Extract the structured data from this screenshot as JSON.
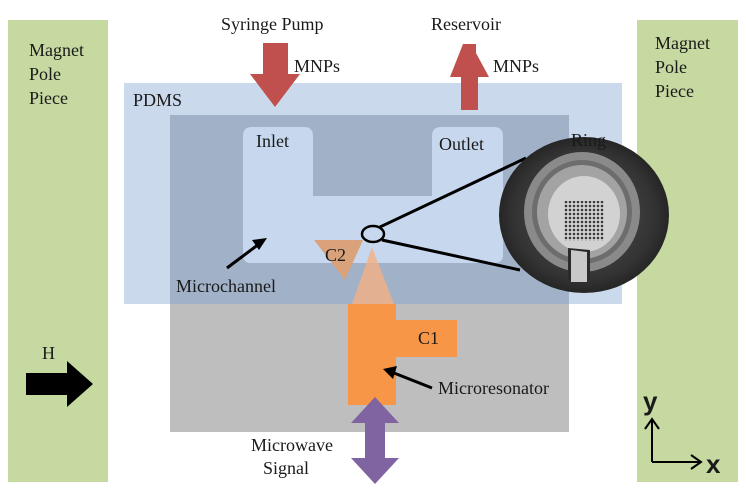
{
  "labels": {
    "magnet_left": [
      "Magnet",
      "Pole",
      "Piece"
    ],
    "magnet_right": [
      "Magnet",
      "Pole",
      "Piece"
    ],
    "syringe_pump": "Syringe Pump",
    "reservoir": "Reservoir",
    "mnps_in": "MNPs",
    "mnps_out": "MNPs",
    "pdms": "PDMS",
    "inlet": "Inlet",
    "outlet": "Outlet",
    "ring": "Ring",
    "c2": "C2",
    "c1": "C1",
    "microchannel": "Microchannel",
    "microresonator": "Microresonator",
    "h_field": "H",
    "microwave_signal": [
      "Microwave",
      "Signal"
    ],
    "axis_y": "y",
    "axis_x": "x"
  },
  "colors": {
    "magnet": "#c5d9a0",
    "pdms": "#c3d4ea",
    "chip": "#bebebe",
    "channel": "#c7d8ee",
    "flow_arrow": "#c0504d",
    "resonator": "#f79646",
    "c2_triangle": "#d9a27a",
    "signal_arrow": "#8064a2",
    "ring_image_bg": "#2b2b2b"
  }
}
